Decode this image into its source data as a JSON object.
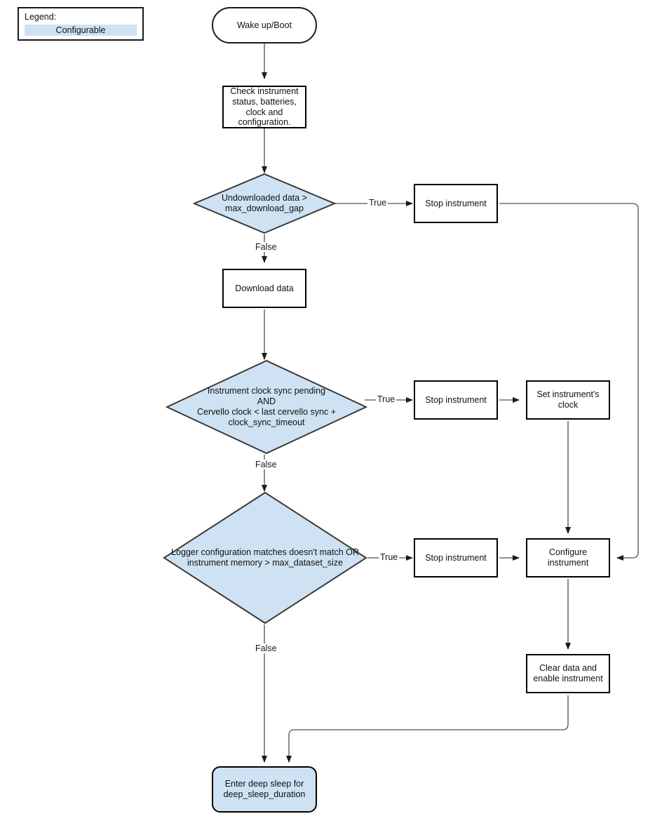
{
  "diagram": {
    "title": "Instrument wake up / boot flowchart",
    "colors": {
      "configurable_fill": "#cfe2f3",
      "node_stroke": "#000000",
      "edge_stroke": "#6b6b6b",
      "text": "#111111",
      "background": "#ffffff"
    }
  },
  "legend": {
    "title": "Legend:",
    "swatch_label": "Configurable"
  },
  "nodes": {
    "start": {
      "label": "Wake up/Boot",
      "shape": "stadium",
      "configurable": false
    },
    "check": {
      "label": "Check instrument\nstatus, batteries,\nclock and\nconfiguration.",
      "shape": "rect",
      "configurable": false
    },
    "decision_download": {
      "label": "Undownloaded data >\nmax_download_gap",
      "shape": "diamond",
      "configurable": true
    },
    "stop_instrument_1": {
      "label": "Stop instrument",
      "shape": "rect",
      "configurable": false
    },
    "download_data": {
      "label": "Download data",
      "shape": "rect",
      "configurable": false
    },
    "decision_clock": {
      "label": "Instrument clock sync pending\nAND\nCervello clock < last cervello sync +\nclock_sync_timeout",
      "shape": "diamond",
      "configurable": true
    },
    "stop_instrument_2": {
      "label": "Stop instrument",
      "shape": "rect",
      "configurable": false
    },
    "set_clock": {
      "label": "Set instrument's\nclock",
      "shape": "rect",
      "configurable": false
    },
    "decision_config": {
      "label": "Logger configuration matches doesn't match OR\ninstrument memory > max_dataset_size",
      "shape": "diamond",
      "configurable": true
    },
    "stop_instrument_3": {
      "label": "Stop instrument",
      "shape": "rect",
      "configurable": false
    },
    "configure_instrument": {
      "label": "Configure instrument",
      "shape": "rect",
      "configurable": false
    },
    "clear_data": {
      "label": "Clear data and\nenable instrument",
      "shape": "rect",
      "configurable": false
    },
    "deep_sleep": {
      "label": "Enter deep sleep for\ndeep_sleep_duration",
      "shape": "stadium",
      "configurable": true
    }
  },
  "edge_labels": {
    "download_true": "True",
    "download_false": "False",
    "clock_true": "True",
    "clock_false": "False",
    "config_true": "True",
    "config_false": "False"
  },
  "flow": [
    {
      "from": "start",
      "to": "check",
      "label": ""
    },
    {
      "from": "check",
      "to": "decision_download",
      "label": ""
    },
    {
      "from": "decision_download",
      "to": "stop_instrument_1",
      "label": "True"
    },
    {
      "from": "decision_download",
      "to": "download_data",
      "label": "False"
    },
    {
      "from": "stop_instrument_1",
      "to": "configure_instrument",
      "label": ""
    },
    {
      "from": "download_data",
      "to": "decision_clock",
      "label": ""
    },
    {
      "from": "decision_clock",
      "to": "stop_instrument_2",
      "label": "True"
    },
    {
      "from": "decision_clock",
      "to": "decision_config",
      "label": "False"
    },
    {
      "from": "stop_instrument_2",
      "to": "set_clock",
      "label": ""
    },
    {
      "from": "set_clock",
      "to": "configure_instrument",
      "label": ""
    },
    {
      "from": "decision_config",
      "to": "stop_instrument_3",
      "label": "True"
    },
    {
      "from": "decision_config",
      "to": "deep_sleep",
      "label": "False"
    },
    {
      "from": "stop_instrument_3",
      "to": "configure_instrument",
      "label": ""
    },
    {
      "from": "configure_instrument",
      "to": "clear_data",
      "label": ""
    },
    {
      "from": "clear_data",
      "to": "deep_sleep",
      "label": ""
    }
  ]
}
